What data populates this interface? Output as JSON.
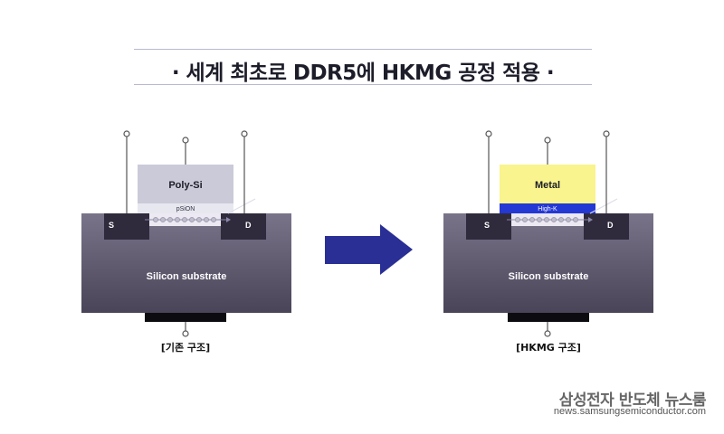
{
  "title": "· 세계 최초로 DDR5에 HKMG 공정 적용 ·",
  "left_structure": {
    "gate_label": "Poly-Si",
    "dielectric_label": "pSiON",
    "source_label": "S",
    "drain_label": "D",
    "substrate_label": "Silicon substrate",
    "caption": "[기존 구조]"
  },
  "right_structure": {
    "gate_label": "Metal",
    "dielectric_label": "High-K",
    "source_label": "S",
    "drain_label": "D",
    "substrate_label": "Silicon substrate",
    "caption": "[HKMG 구조]"
  },
  "colors": {
    "poly_gate": "#cacad8",
    "metal_gate": "#f9f48d",
    "high_k": "#2438d4",
    "psion": "#e7e7f0",
    "substrate_top": "#767086",
    "substrate_bottom": "#4a4458",
    "source_drain": "#2f2b3c",
    "arrow": "#2a2f96"
  },
  "brand": {
    "name": "삼성전자 반도체 뉴스룸",
    "url": "news.samsungsemiconductor.com"
  }
}
